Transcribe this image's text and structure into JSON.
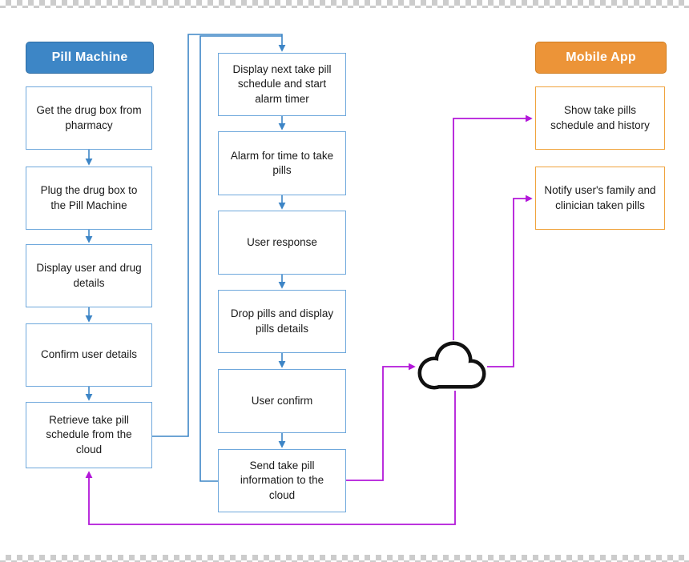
{
  "pill_machine": {
    "header": "Pill Machine",
    "steps": [
      "Get the drug box from pharmacy",
      "Plug the drug box to the Pill Machine",
      "Display user and drug details",
      "Confirm user details",
      "Retrieve take pill schedule from the cloud"
    ]
  },
  "machine_cycle": {
    "steps": [
      "Display next take pill schedule and start alarm timer",
      "Alarm for time to take pills",
      "User response",
      "Drop pills and display pills details",
      "User confirm",
      "Send take pill information to the cloud"
    ]
  },
  "mobile_app": {
    "header": "Mobile App",
    "steps": [
      "Show take pills schedule and history",
      "Notify user's family and clinician taken pills"
    ]
  },
  "icons": {
    "cloud": "cloud-icon"
  },
  "colors": {
    "pill_machine_header_bg": "#3d86c6",
    "machine_box_border": "#6fa8dc",
    "mobile_header_bg": "#ec9438",
    "mobile_box_border": "#f0a33c",
    "flow_blue": "#3d85c6",
    "flow_purple": "#b317d9",
    "cloud_stroke": "#111111"
  }
}
